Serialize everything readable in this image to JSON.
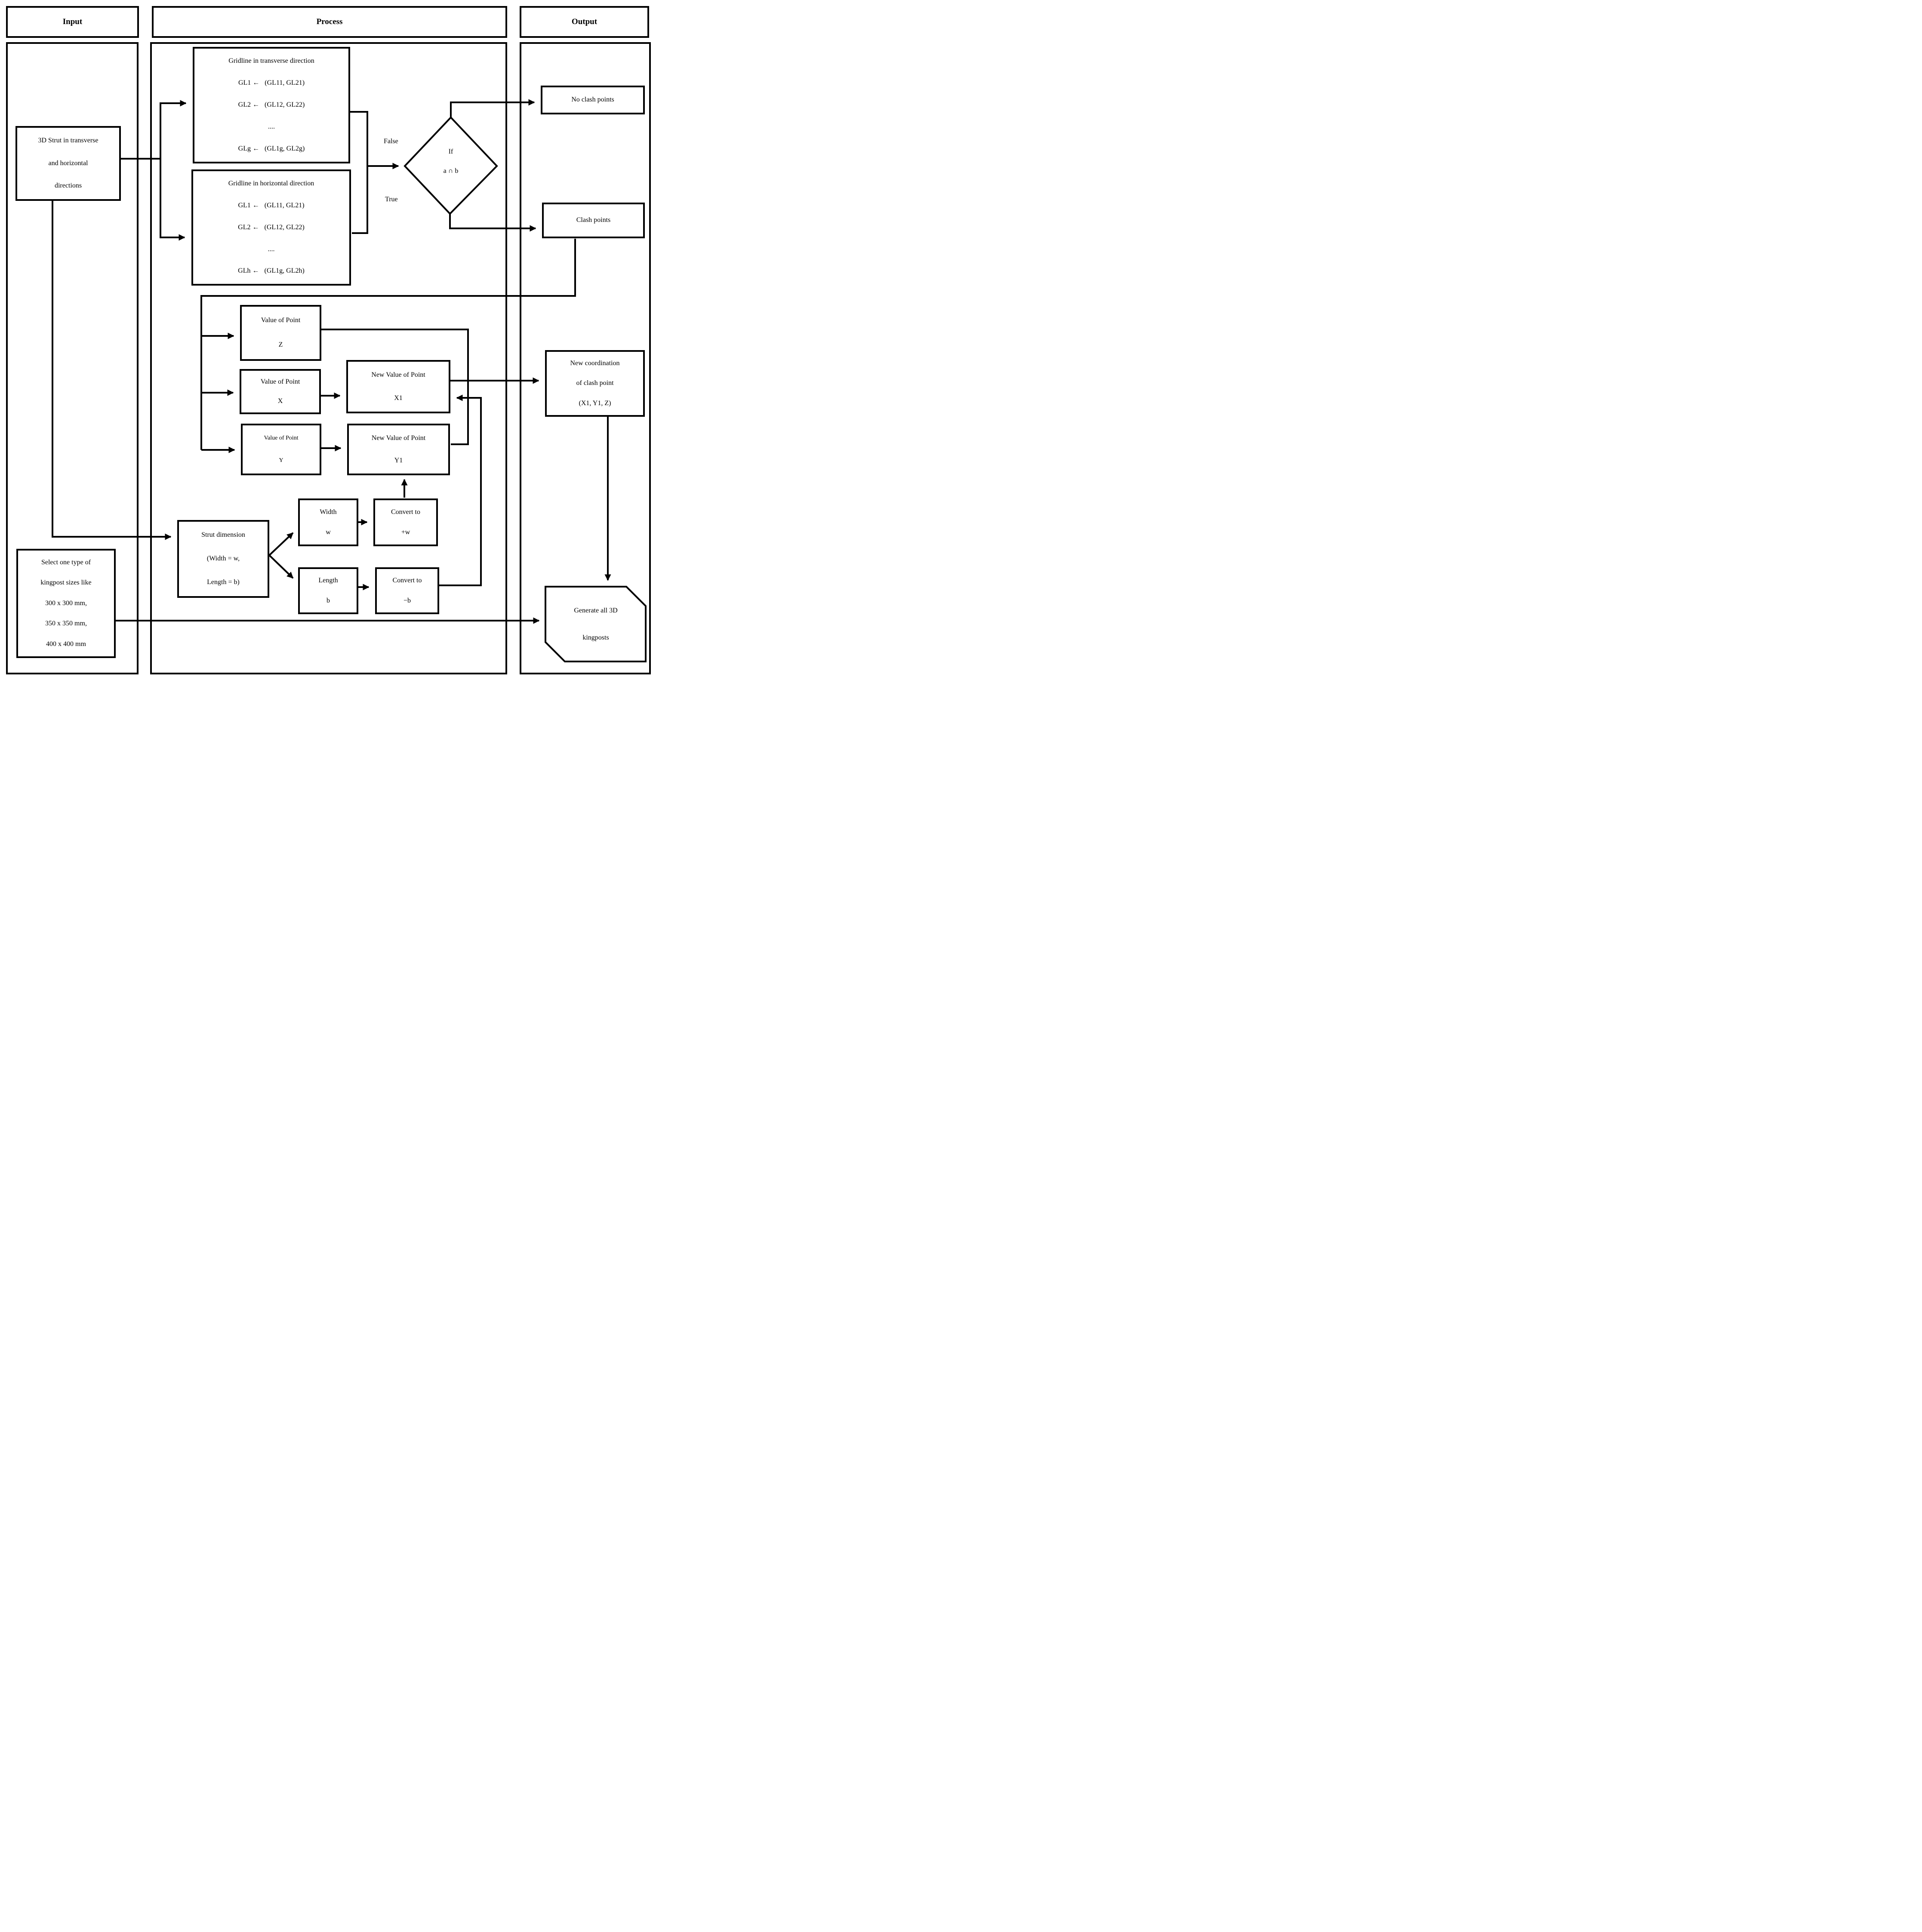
{
  "headers": {
    "input": "Input",
    "process": "Process",
    "output": "Output"
  },
  "nodes": {
    "strut3d": {
      "lines": [
        "3D Strut in transverse",
        "and horizontal",
        "directions"
      ]
    },
    "grid_transverse": {
      "title": "Gridline in transverse direction",
      "rows": [
        "GL1 ←   (GL11, GL21)",
        "GL2 ←   (GL12, GL22)",
        "....",
        "GLg ←   (GL1g, GL2g)"
      ]
    },
    "grid_horizontal": {
      "title": "Gridline in horizontal direction",
      "rows": [
        "GL1 ←   (GL11, GL21)",
        "GL2 ←   (GL12, GL22)",
        "....",
        "GLh ←   (GL1g, GL2h)"
      ]
    },
    "decision": {
      "lines": [
        "If",
        "a ∩ b"
      ]
    },
    "no_clash": {
      "label": "No clash points"
    },
    "clash": {
      "label": "Clash points"
    },
    "value_z": {
      "lines": [
        "Value of Point",
        "Z"
      ]
    },
    "value_x": {
      "lines": [
        "Value of Point",
        "X"
      ]
    },
    "value_y": {
      "lines": [
        "Value of Point",
        "Y"
      ]
    },
    "new_x1": {
      "lines": [
        "New Value of Point",
        "X1"
      ]
    },
    "new_y1": {
      "lines": [
        "New Value of Point",
        "Y1"
      ]
    },
    "new_coord": {
      "lines": [
        "New coordination",
        "of clash point",
        "(X1, Y1, Z)"
      ]
    },
    "strut_dim": {
      "lines": [
        "Strut dimension",
        "(Width = w,",
        "Length = b)"
      ]
    },
    "width": {
      "lines": [
        "Width",
        "w"
      ]
    },
    "conv_w": {
      "lines": [
        "Convert to",
        "+w"
      ]
    },
    "length": {
      "lines": [
        "Length",
        "b"
      ]
    },
    "conv_b": {
      "lines": [
        "Convert to",
        "−b"
      ]
    },
    "kingpost": {
      "lines": [
        "Select one type of",
        "kingpost sizes like",
        "300 x 300 mm,",
        "350 x 350 mm,",
        "400 x 400 mm"
      ]
    },
    "generate": {
      "lines": [
        "Generate all 3D",
        "kingposts"
      ]
    }
  },
  "edge_labels": {
    "false_branch": "False",
    "true_branch": "True"
  },
  "colors": {
    "stroke": "#000000",
    "background": "#ffffff"
  }
}
